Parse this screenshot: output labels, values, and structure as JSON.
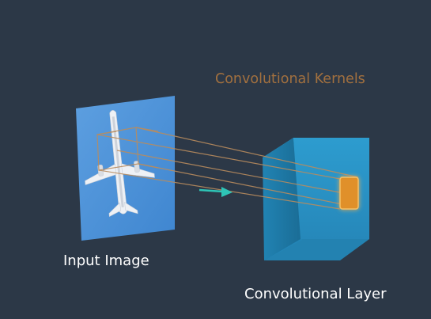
{
  "labels": {
    "kernels_title": "Convolutional Kernels",
    "input_label": "Input Image",
    "conv_label": "Convolutional Layer"
  },
  "colors": {
    "background": "#2c3847",
    "kernel_title": "#a2703f",
    "kernel_lines": "#b98c5e",
    "input_sky": "#4a8fd6",
    "layer_front": "#2a95c9",
    "layer_side": "#1f6f98",
    "layer_top": "#48b0db",
    "feature_patch": "#e0902c",
    "arrow": "#2ec4b6"
  },
  "icons": {
    "input_image": "airplane-icon",
    "direction": "arrow-right-icon"
  }
}
